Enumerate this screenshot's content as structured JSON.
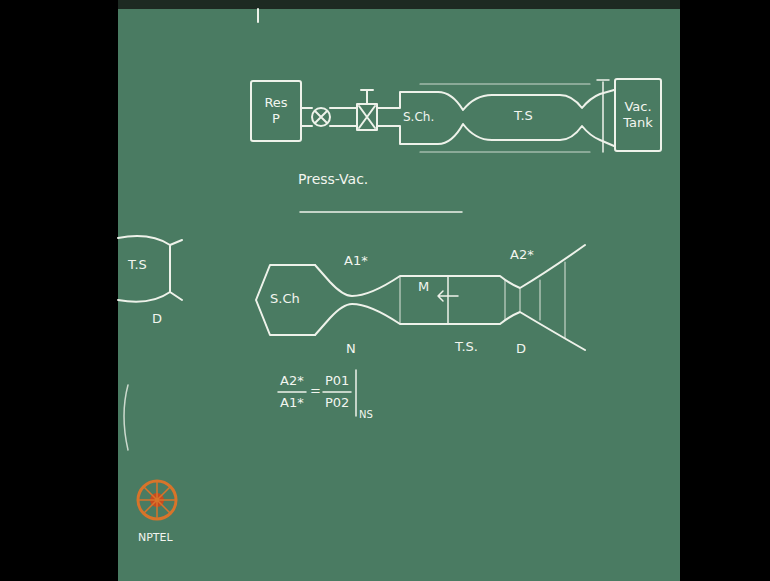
{
  "diagram": {
    "nodes": [
      {
        "text": [
          "Res P"
        ]
      },
      {
        "text": [
          "Vac. Tank"
        ]
      }
    ],
    "labels": [
      "S.Ch.",
      "T.S",
      "Press-Vac.",
      "A1*",
      "S.Ch",
      "M",
      "A2*",
      "N",
      "T.S.",
      "D",
      "A2*",
      "A1*",
      "=",
      "P01",
      "P02",
      "NS",
      "T.S",
      "D",
      "NPTEL"
    ]
  }
}
